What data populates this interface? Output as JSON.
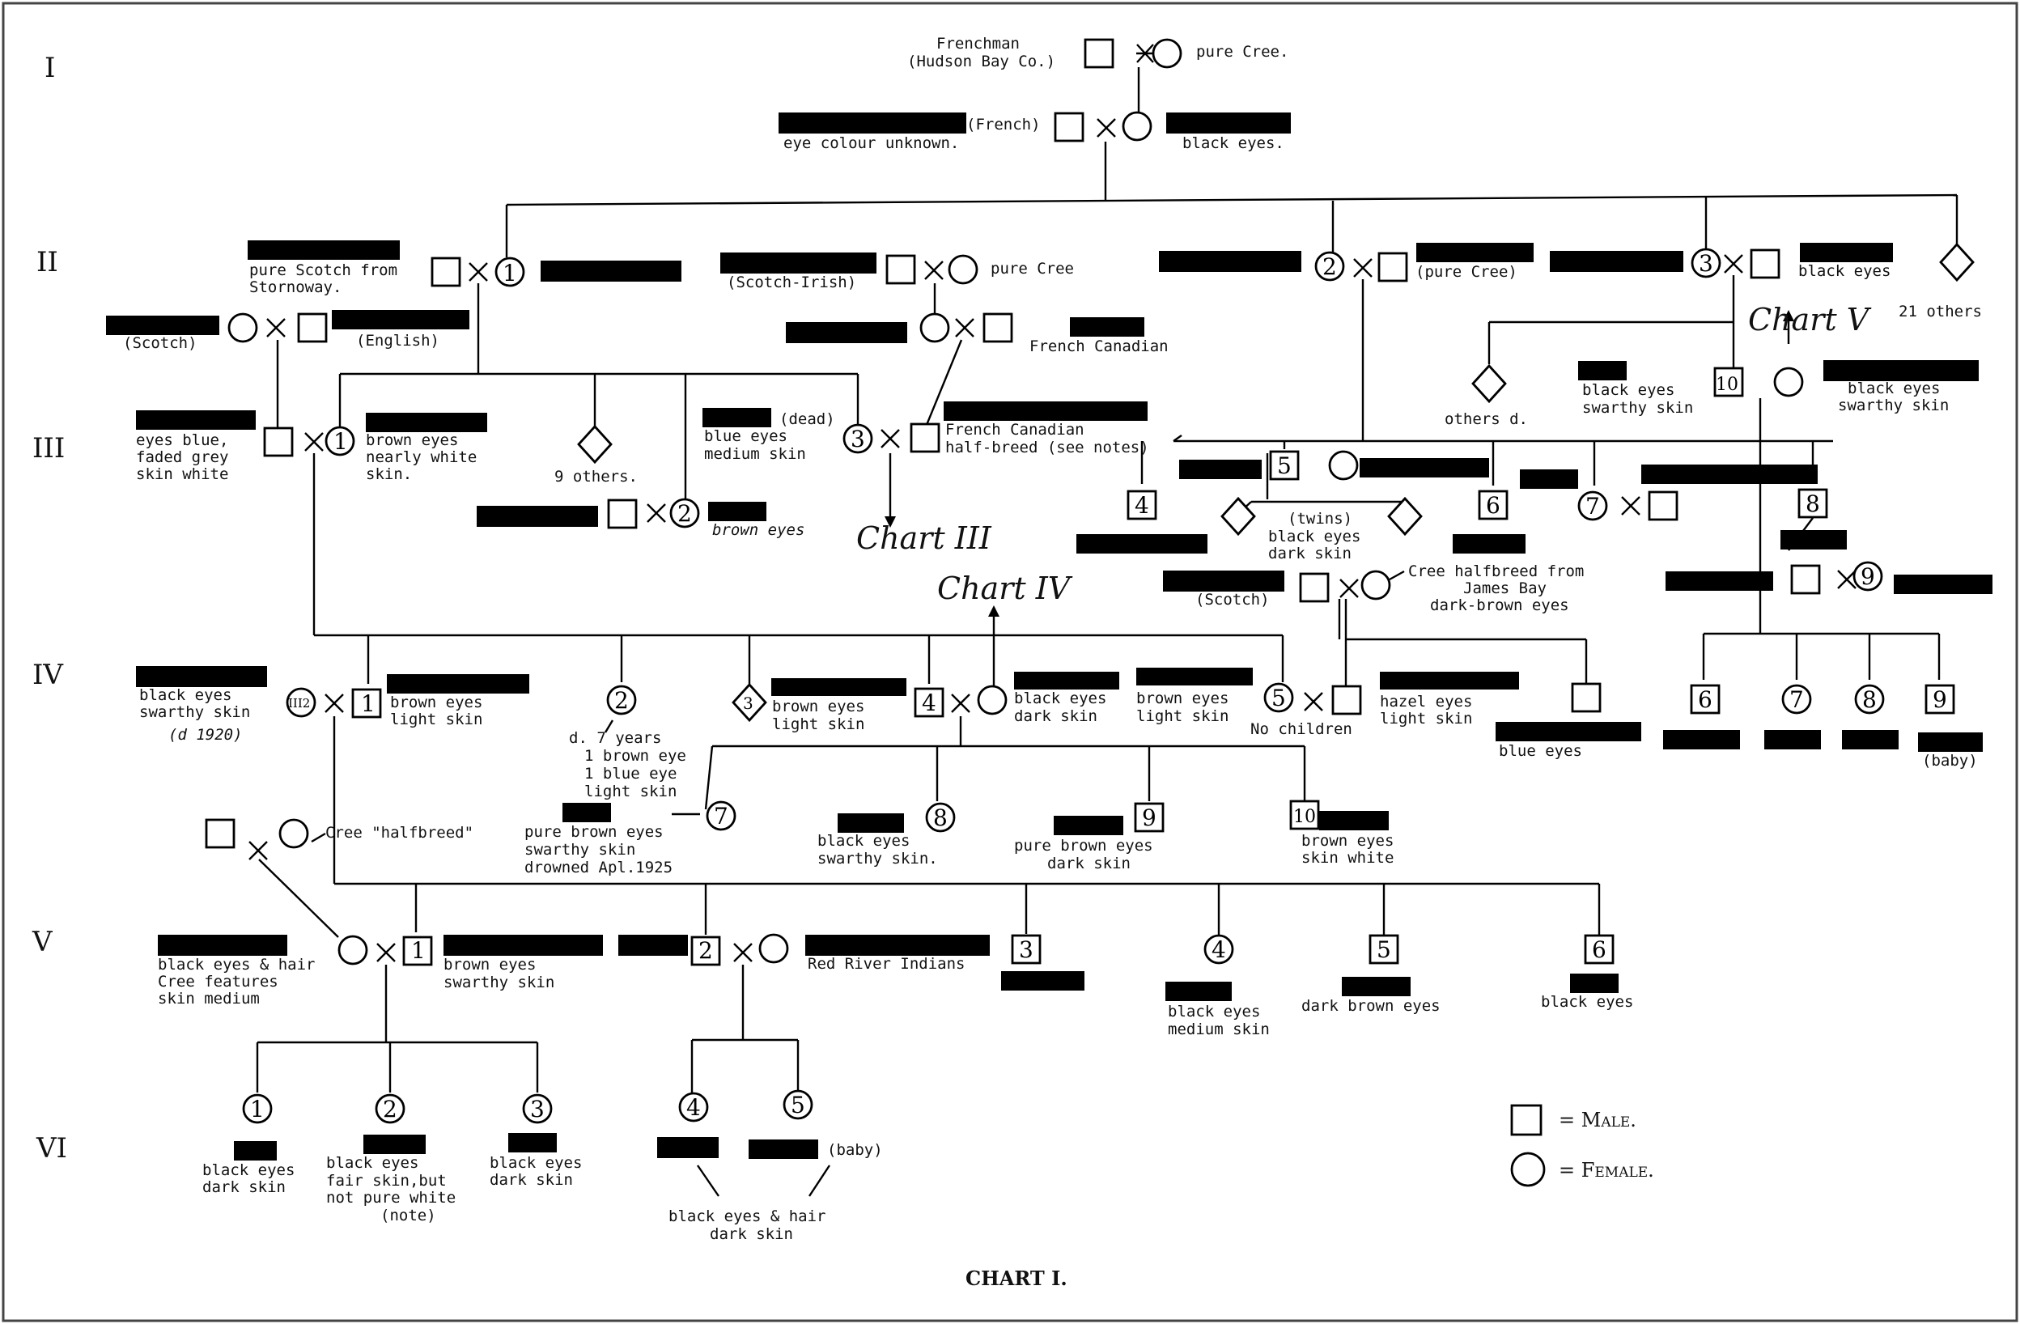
{
  "title": "CHART I.",
  "generations": [
    "I",
    "II",
    "III",
    "IV",
    "V",
    "VI"
  ],
  "legend": {
    "male": "= Male.",
    "female": "= Female."
  },
  "chart_refs": {
    "c3": "Chart III",
    "c4": "Chart IV",
    "c5": "Chart V"
  },
  "texts": {
    "t1": "Frenchman",
    "t2": "(Hudson Bay Co.)",
    "t3": "pure Cree.",
    "t4": "(French)",
    "t5": "eye colour unknown.",
    "t6": "black eyes.",
    "t7": "pure Scotch from",
    "t8": "Stornoway.",
    "t9": "(Scotch-Irish)",
    "t10": "pure Cree",
    "t11": "(pure Cree)",
    "t12": "black eyes",
    "t13": "21 others",
    "t14": "(Scotch)",
    "t15": "(English)",
    "t16": "French Canadian",
    "t17": "others d.",
    "t18": "black eyes",
    "t19": "swarthy skin",
    "t20": "black eyes",
    "t21": "swarthy skin",
    "t22": "eyes blue,",
    "t23": "faded grey",
    "t24": "skin white",
    "t25": "brown eyes",
    "t26": "nearly white",
    "t27": "skin.",
    "t28": "9 others.",
    "t29": "(dead)",
    "t30": "blue eyes",
    "t31": "medium skin",
    "t32": "French Canadian",
    "t33": "half-breed (see notes)",
    "t34": "brown eyes",
    "t35": "(twins)",
    "t36": "black eyes",
    "t37": "dark skin",
    "t38": "(Scotch)",
    "t39": "Cree halfbreed from",
    "t40": "James Bay",
    "t41": "dark-brown eyes",
    "t42": "black eyes",
    "t43": "swarthy skin",
    "t44": "(d 1920)",
    "t45": "brown eyes",
    "t46": "light skin",
    "t47": "d. 7 years",
    "t48": "1 brown eye",
    "t49": "1 blue eye",
    "t50": "light skin",
    "t51": "brown eyes",
    "t52": "light skin",
    "t53": "black eyes",
    "t54": "dark skin",
    "t55": "brown eyes",
    "t56": "light skin",
    "t57": "No children",
    "t58": "hazel eyes",
    "t59": "light skin",
    "t60": "blue eyes",
    "t61": "(baby)",
    "t62": "Cree \"halfbreed\"",
    "t63": "pure brown eyes",
    "t64": "swarthy skin",
    "t65": "drowned Apl.1925",
    "t66": "black eyes",
    "t67": "swarthy skin.",
    "t68": "pure brown eyes",
    "t69": "dark skin",
    "t70": "brown eyes",
    "t71": "skin white",
    "t72": "black eyes & hair",
    "t73": "Cree features",
    "t74": "skin medium",
    "t75": "brown eyes",
    "t76": "swarthy skin",
    "t77": "Red River Indians",
    "t78": "black eyes",
    "t79": "medium skin",
    "t80": "dark brown eyes",
    "t81": "black eyes",
    "t82": "black eyes",
    "t83": "dark skin",
    "t84": "black eyes",
    "t85": "fair skin,but",
    "t86": "not pure white",
    "t87": "(note)",
    "t88": "black eyes",
    "t89": "dark skin",
    "t90": "(baby)",
    "t91": "black eyes & hair",
    "t92": "dark skin"
  },
  "numbers": {
    "n_ii_1": "1",
    "n_ii_2": "2",
    "n_ii_3": "3",
    "n_iii_10": "10",
    "n_iii_1": "1",
    "n_iii_3": "3",
    "n_iii_2": "2",
    "n_iii_4": "4",
    "n_iii_5": "5",
    "n_iii_6": "6",
    "n_iii_7": "7",
    "n_iii_8": "8",
    "n_iii_9": "9",
    "n_iv_1": "1",
    "n_iv_mark": "III2",
    "n_iv_2": "2",
    "n_iv_3": "3",
    "n_iv_4": "4",
    "n_iv_5": "5",
    "n_iv_6": "6",
    "n_iv_7": "7",
    "n_iv_8": "8",
    "n_iv_9": "9",
    "n_iv_7b": "7",
    "n_iv_8b": "8",
    "n_iv_9b": "9",
    "n_iv_10": "10",
    "n_v_1": "1",
    "n_v_2": "2",
    "n_v_3": "3",
    "n_v_4": "4",
    "n_v_5": "5",
    "n_v_6": "6",
    "n_vi_1": "1",
    "n_vi_2": "2",
    "n_vi_3": "3",
    "n_vi_4": "4",
    "n_vi_5": "5"
  }
}
